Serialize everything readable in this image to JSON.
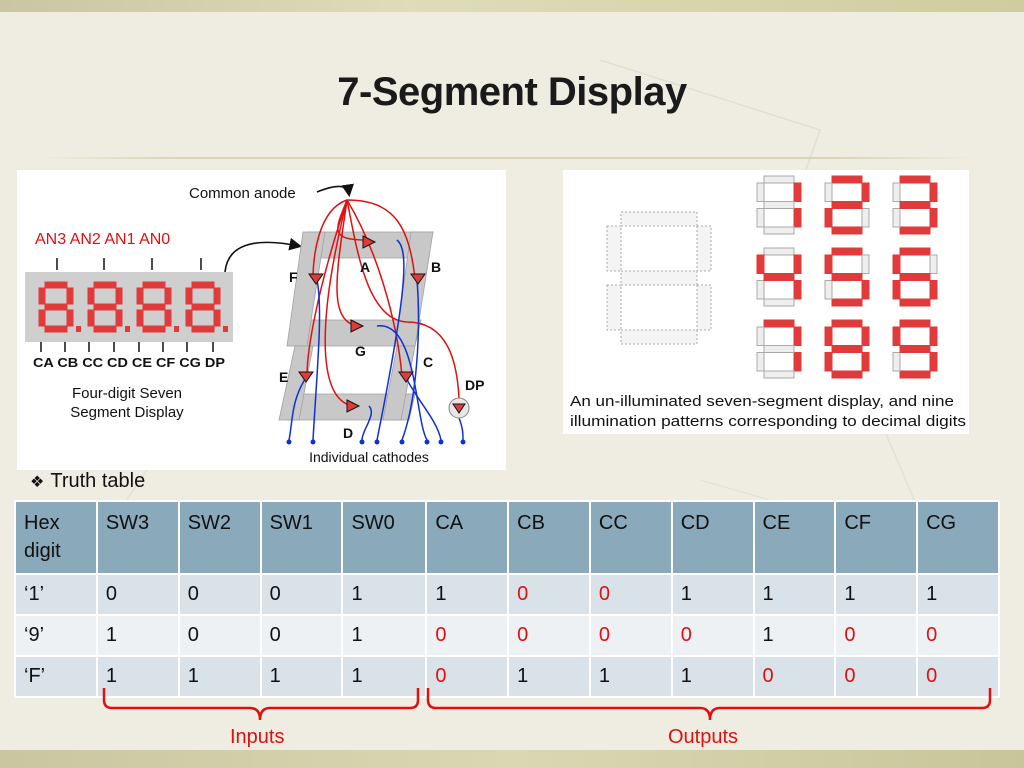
{
  "slide": {
    "title": "7-Segment Display",
    "bullet": "Truth table"
  },
  "left_figure": {
    "common_anode_label": "Common anode",
    "anode_labels": "AN3 AN2 AN1 AN0",
    "cathode_pins": "CA CB CC CD CE CF CG DP",
    "display_caption_line1": "Four-digit Seven",
    "display_caption_line2": "Segment Display",
    "segment_labels": {
      "a": "A",
      "b": "B",
      "c": "C",
      "d": "D",
      "e": "E",
      "f": "F",
      "g": "G",
      "dp": "DP"
    },
    "cathodes_caption": "Individual cathodes"
  },
  "right_figure": {
    "caption_line1": "An un-illuminated seven-segment display, and nine",
    "caption_line2": "illumination patterns corresponding to decimal digits",
    "digits": [
      1,
      2,
      3,
      4,
      5,
      6,
      7,
      8,
      9
    ]
  },
  "table": {
    "headers": [
      "Hex digit",
      "SW3",
      "SW2",
      "SW1",
      "SW0",
      "CA",
      "CB",
      "CC",
      "CD",
      "CE",
      "CF",
      "CG"
    ],
    "rows": [
      [
        "‘1’",
        "0",
        "0",
        "0",
        "1",
        "1",
        "0",
        "0",
        "1",
        "1",
        "1",
        "1"
      ],
      [
        "‘9’",
        "1",
        "0",
        "0",
        "1",
        "0",
        "0",
        "0",
        "0",
        "1",
        "0",
        "0"
      ],
      [
        "‘F’",
        "1",
        "1",
        "1",
        "1",
        "0",
        "1",
        "1",
        "1",
        "0",
        "0",
        "0"
      ]
    ]
  },
  "braces": {
    "inputs_label": "Inputs",
    "outputs_label": "Outputs"
  },
  "colors": {
    "header_bg": "#8aa9ba",
    "row_dark": "#d9e2e8",
    "row_light": "#edf1f3",
    "highlight_red": "#e01010",
    "segment_red": "#e03a3a"
  }
}
